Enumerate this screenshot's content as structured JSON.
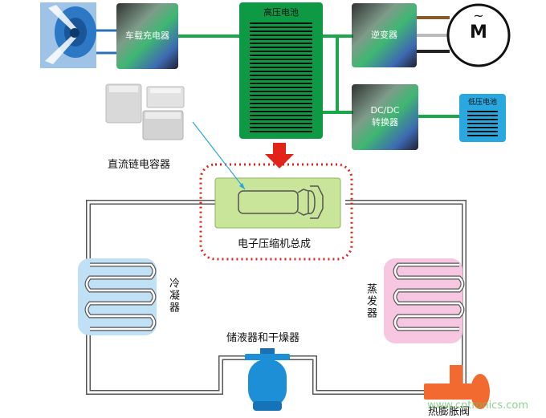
{
  "labels": {
    "charger": "车载充电器",
    "hv_battery": "高压电池",
    "inverter": "逆变器",
    "motor": "M",
    "motor_symbol": "~",
    "dcdc": "DC/DC\n转换器",
    "lv_battery": "低压电池",
    "dc_link_cap": "直流链电容器",
    "compressor": "电子压缩机总成",
    "condenser": "冷凝器",
    "evaporator": "蒸发器",
    "receiver_dryer": "储液器和干燥器",
    "expansion_valve": "热膨胀阀"
  },
  "watermark": "www.cntronics.com",
  "colors": {
    "green_link": "#1aa84a",
    "hv_battery": "#0e9a45",
    "lv_battery": "#29a8e0",
    "compressor_box": "#c9e59a",
    "dashed_border": "#e2231a",
    "arrow": "#e2231a",
    "condenser_bg": "#bfe0f5",
    "evaporator_bg": "#f7c6e0",
    "receiver_dryer": "#1c8fd6",
    "expansion_valve": "#f26a2f"
  }
}
